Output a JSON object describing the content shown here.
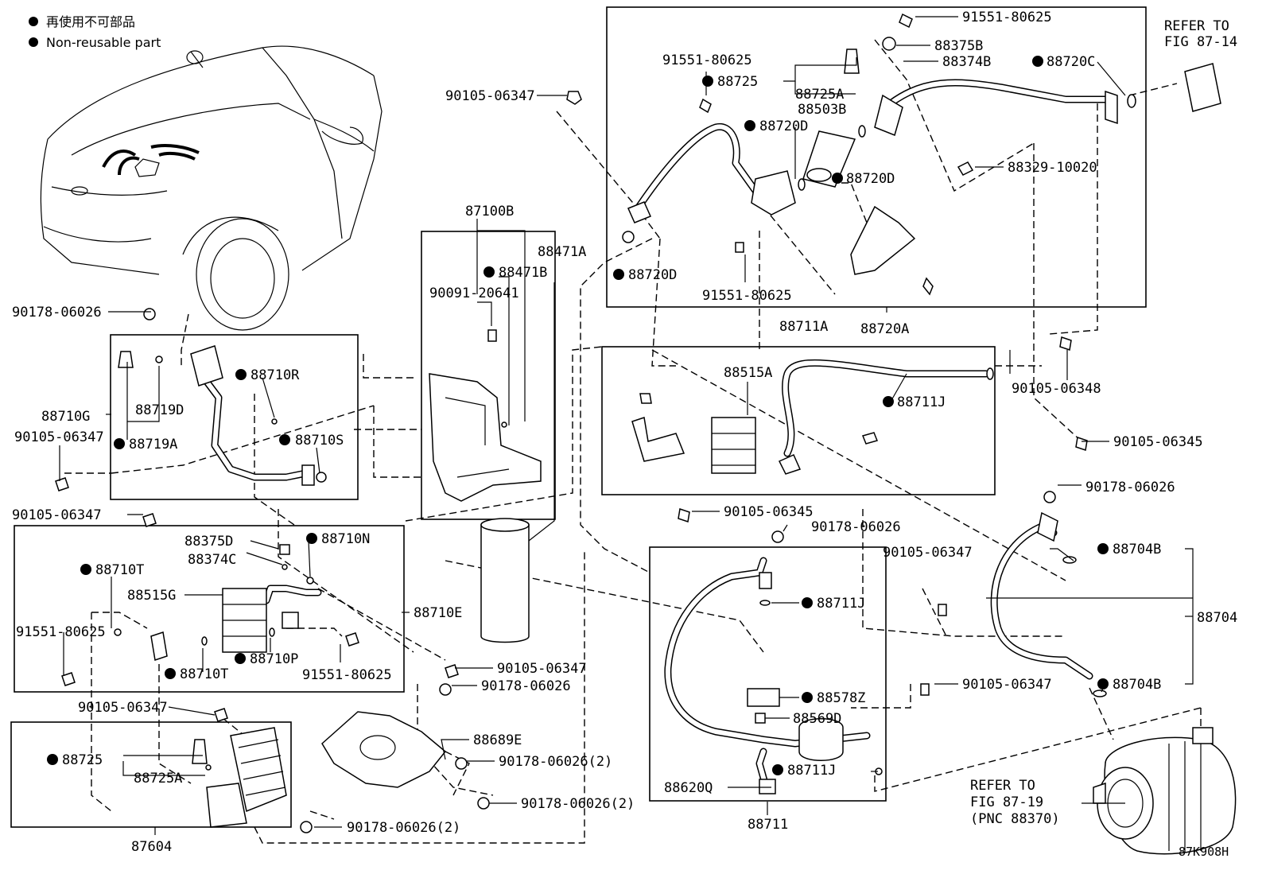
{
  "legend": {
    "jp": "再使用不可部品",
    "en": "Non-reusable part"
  },
  "figure_code": "87K908H",
  "refs": {
    "ref_87_14_a": "REFER TO",
    "ref_87_14_b": "FIG 87-14",
    "ref_87_19_a": "REFER TO",
    "ref_87_19_b": "FIG 87-19",
    "ref_87_19_c": "(PNC 88370)"
  },
  "labels": {
    "l_91551_80625_a": "91551-80625",
    "l_88375B": "88375B",
    "l_88374B": "88374B",
    "l_88720C": "88720C",
    "l_91551_80625_b": "91551-80625",
    "l_88725_top": "88725",
    "l_88725A_top": "88725A",
    "l_88503B": "88503B",
    "l_88720D_a": "88720D",
    "l_88720D_b": "88720D",
    "l_88329_10020": "88329-10020",
    "l_88720D_c": "88720D",
    "l_91551_80625_c": "91551-80625",
    "l_90105_06347_a": "90105-06347",
    "l_87100B": "87100B",
    "l_88471A": "88471A",
    "l_88471B": "88471B",
    "l_90091_20641": "90091-20641",
    "l_88711A": "88711A",
    "l_88720A": "88720A",
    "l_90105_06348": "90105-06348",
    "l_88515A": "88515A",
    "l_88711J_a": "88711J",
    "l_90105_06345_a": "90105-06345",
    "l_90178_06026_a": "90178-06026",
    "l_88710R": "88710R",
    "l_88719D": "88719D",
    "l_88710G": "88710G",
    "l_90105_06347_b": "90105-06347",
    "l_88719A": "88719A",
    "l_88710S": "88710S",
    "l_90105_06347_c": "90105-06347",
    "l_90178_06026_b": "90178-06026",
    "l_90105_06345_b": "90105-06345",
    "l_90178_06026_c": "90178-06026",
    "l_88375D": "88375D",
    "l_88710N": "88710N",
    "l_88374C": "88374C",
    "l_88710T_a": "88710T",
    "l_88515G": "88515G",
    "l_88710E": "88710E",
    "l_91551_80625_d": "91551-80625",
    "l_88710P": "88710P",
    "l_88710T_b": "88710T",
    "l_91551_80625_e": "91551-80625",
    "l_90105_06347_d": "90105-06347",
    "l_90178_06026_d": "90178-06026",
    "l_90105_06347_e": "90105-06347",
    "l_90105_06347_f": "90105-06347",
    "l_88704B_a": "88704B",
    "l_88704": "88704",
    "l_88711J_b": "88711J",
    "l_90105_06347_g": "90105-06347",
    "l_88704B_b": "88704B",
    "l_88578Z": "88578Z",
    "l_88569D": "88569D",
    "l_88689E": "88689E",
    "l_90178_06026_e": "90178-06026(2)",
    "l_88725_bot": "88725",
    "l_88725A_bot": "88725A",
    "l_88711J_c": "88711J",
    "l_88620Q": "88620Q",
    "l_90178_06026_f": "90178-06026(2)",
    "l_90178_06026_g": "90178-06026(2)",
    "l_88711": "88711",
    "l_87604": "87604"
  }
}
